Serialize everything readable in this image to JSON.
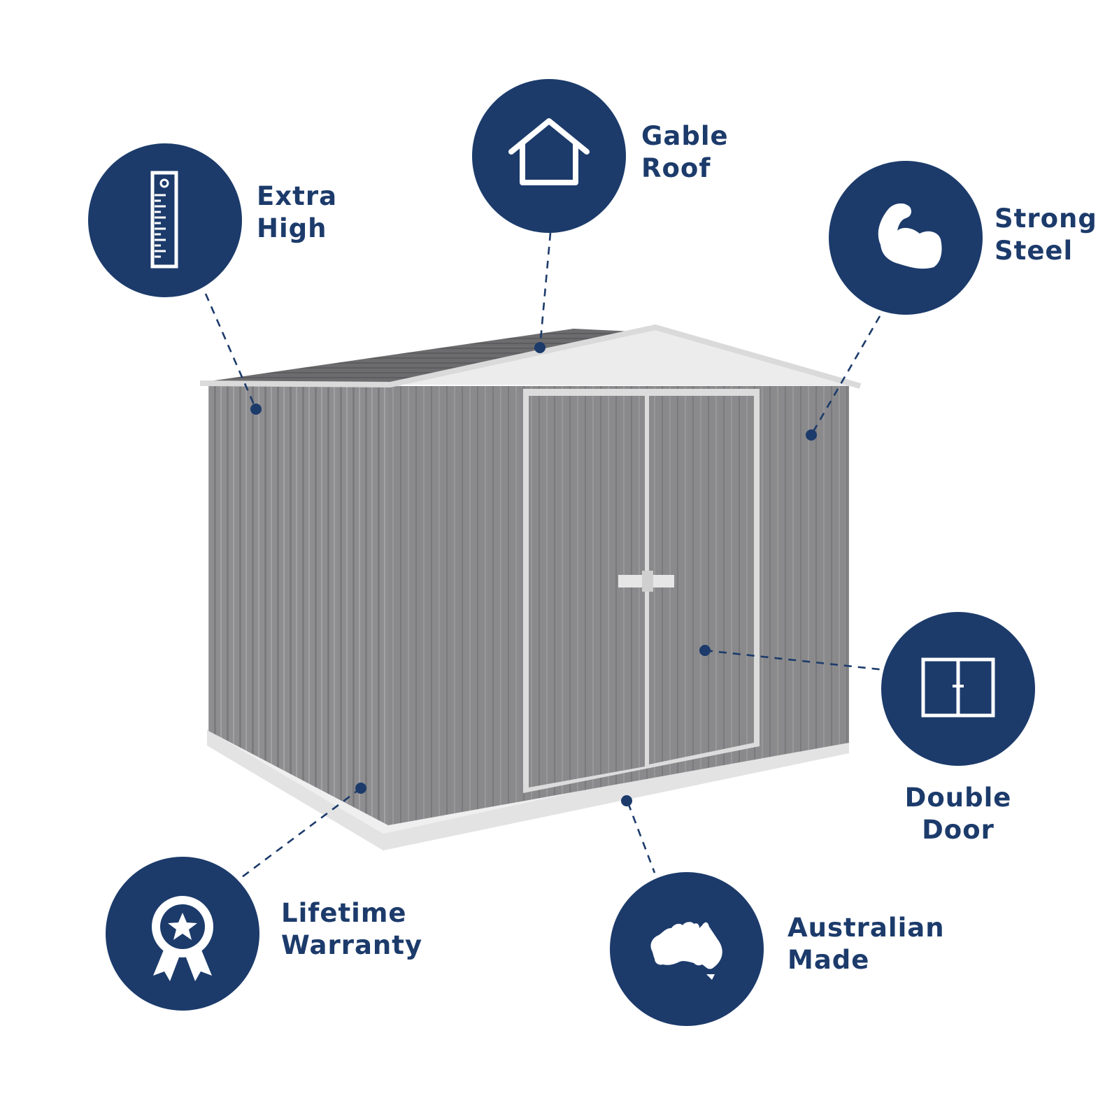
{
  "theme": {
    "navy": "#1c3b6b",
    "shed_grey": "#8a8a8c",
    "trim": "#e9e9ea",
    "background": "#ffffff"
  },
  "features": [
    {
      "id": "extra-high",
      "icon": "ruler-icon",
      "line1": "Extra",
      "line2": "High"
    },
    {
      "id": "gable-roof",
      "icon": "house-outline-icon",
      "line1": "Gable",
      "line2": "Roof"
    },
    {
      "id": "strong-steel",
      "icon": "flexed-arm-icon",
      "line1": "Strong",
      "line2": "Steel"
    },
    {
      "id": "double-door",
      "icon": "double-door-icon",
      "line1": "Double",
      "line2": "Door"
    },
    {
      "id": "australian-made",
      "icon": "australia-map-icon",
      "line1": "Australian",
      "line2": "Made"
    },
    {
      "id": "lifetime-warranty",
      "icon": "award-ribbon-icon",
      "line1": "Lifetime",
      "line2": "Warranty"
    }
  ]
}
